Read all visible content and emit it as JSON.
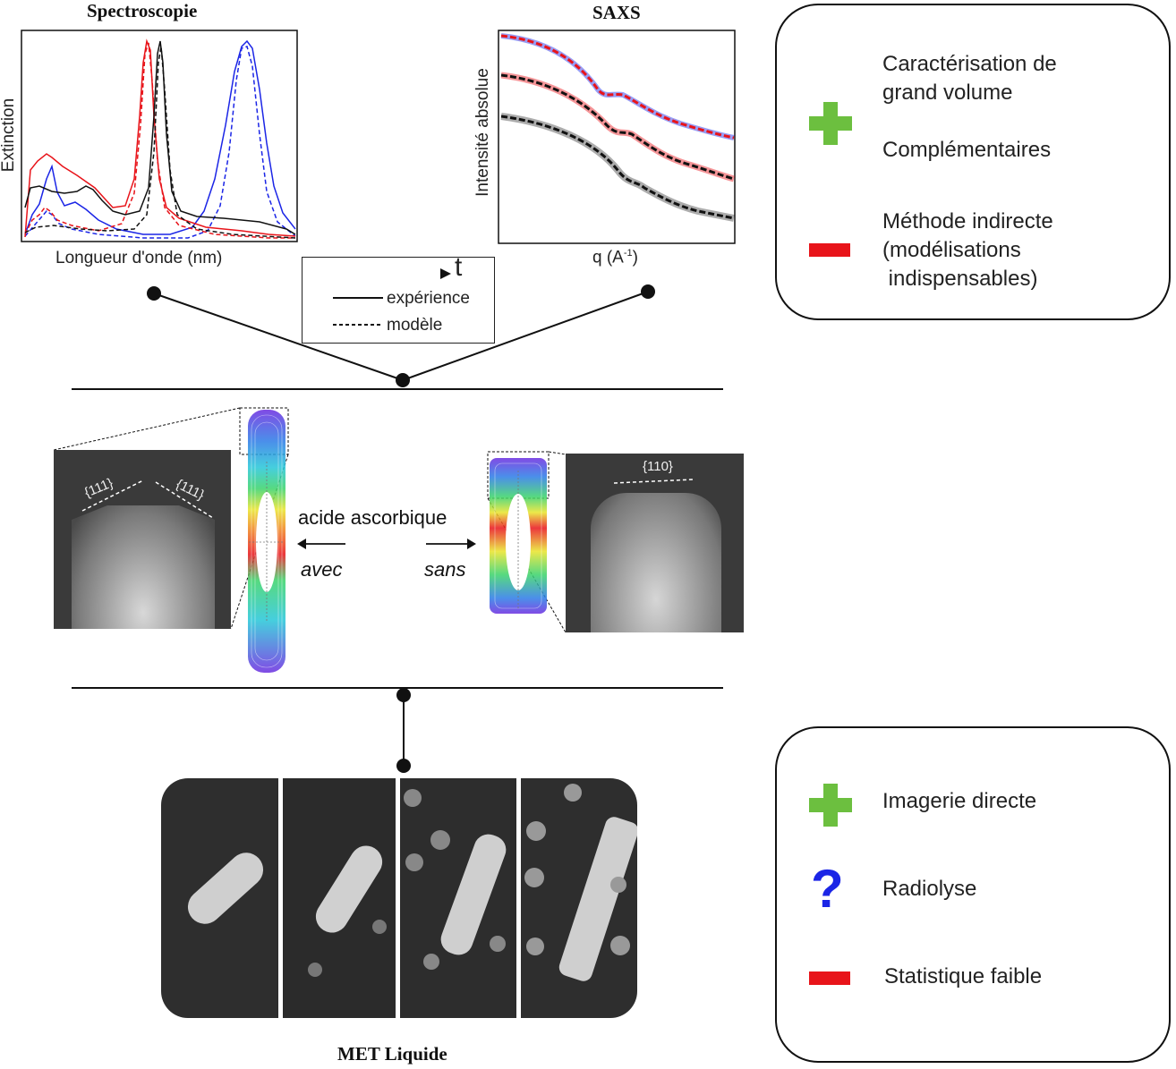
{
  "spectro": {
    "title": "Spectroscopie",
    "ylabel": "Extinction",
    "xlabel": "Longueur d'onde (nm)"
  },
  "saxs": {
    "title": "SAXS",
    "ylabel": "Intensité absolue",
    "xlabel_main": "q (A",
    "xlabel_sup": "-1",
    "xlabel_end": ")"
  },
  "legend": {
    "time_symbol": "t",
    "solid_label": "expérience",
    "dashed_label": "modèle"
  },
  "middle": {
    "acid_label": "acide ascorbique",
    "with_label": "avec",
    "without_label": "sans",
    "facet_left_1": "{111}",
    "facet_left_2": "{111}",
    "facet_right": "{110}"
  },
  "bottom": {
    "title": "MET Liquide"
  },
  "box_top": {
    "plus_text_1": "Caractérisation de",
    "plus_text_2": "grand volume",
    "plus_text_3": "Complémentaires",
    "minus_text_1": "Méthode indirecte",
    "minus_text_2": "(modélisations",
    "minus_text_3": " indispensables)"
  },
  "box_bottom": {
    "plus_text": "Imagerie directe",
    "question_text": "Radiolyse",
    "question_symbol": "?",
    "minus_text": "Statistique faible"
  },
  "colors": {
    "plus": "#6cbf3f",
    "minus": "#e8141a",
    "question": "#1b25e6",
    "series_black": "#111111",
    "series_red": "#e8141a",
    "series_blue": "#1b25e6"
  }
}
